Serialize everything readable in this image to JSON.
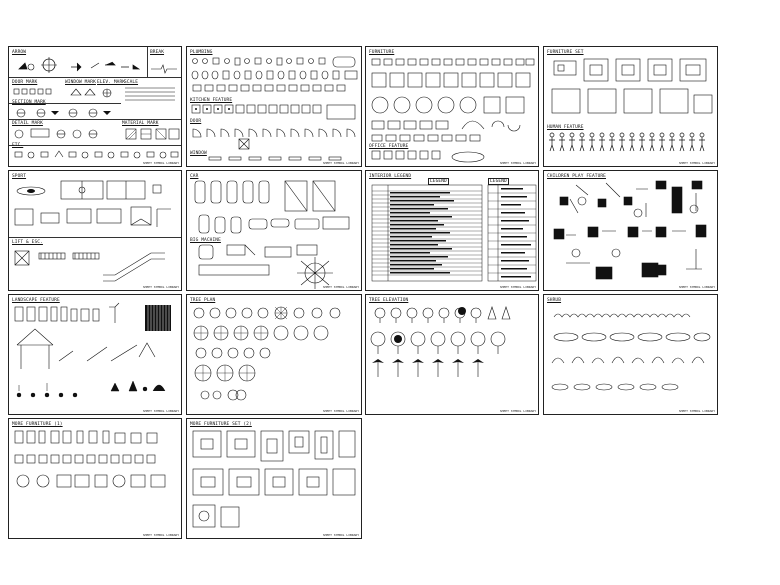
{
  "sheets": {
    "s1": {
      "sections": [
        {
          "id": "arrow",
          "label": "ARROW"
        },
        {
          "id": "break",
          "label": "BREAK"
        },
        {
          "id": "door_mark",
          "label": "DOOR MARK"
        },
        {
          "id": "window_mark",
          "label": "WINDOW MARK"
        },
        {
          "id": "elev_mark",
          "label": "ELEV. MARK"
        },
        {
          "id": "scale",
          "label": "SCALE"
        },
        {
          "id": "section_mark",
          "label": "SECTION MARK"
        },
        {
          "id": "detail_mark",
          "label": "DETAIL MARK"
        },
        {
          "id": "material_mark",
          "label": "MATERIAL MARK"
        },
        {
          "id": "etc",
          "label": "ETC."
        }
      ]
    },
    "s2": {
      "sections": [
        {
          "id": "plumbing",
          "label": "PLUMBING"
        },
        {
          "id": "kitchen",
          "label": "KITCHEN FEATURE"
        },
        {
          "id": "door",
          "label": "DOOR"
        },
        {
          "id": "window",
          "label": "WINDOW"
        }
      ]
    },
    "s3": {
      "sections": [
        {
          "id": "furniture",
          "label": "FURNITURE"
        },
        {
          "id": "office",
          "label": "OFFICE FEATURE"
        }
      ]
    },
    "s4": {
      "sections": [
        {
          "id": "furniture_set",
          "label": "FURNITURE SET"
        },
        {
          "id": "human",
          "label": "HUMAN FEATURE"
        }
      ]
    },
    "s5": {
      "sections": [
        {
          "id": "sport",
          "label": "SPORT"
        },
        {
          "id": "lift",
          "label": "LIFT & ESC."
        }
      ]
    },
    "s6": {
      "sections": [
        {
          "id": "car",
          "label": "CAR"
        },
        {
          "id": "big_machine",
          "label": "BIG MACHINE"
        }
      ]
    },
    "s7": {
      "sections": [
        {
          "id": "interior_legend",
          "label": "INTERIOR LEGEND"
        },
        {
          "id": "legend_a",
          "label": "LEGEND"
        },
        {
          "id": "legend_b",
          "label": "LEGEND"
        }
      ]
    },
    "s8": {
      "sections": [
        {
          "id": "children",
          "label": "CHILDREN PLAY FEATURE"
        }
      ]
    },
    "s9": {
      "sections": [
        {
          "id": "landscape",
          "label": "LANDSCAPE FEATURE"
        }
      ]
    },
    "s10": {
      "sections": [
        {
          "id": "tree_plan",
          "label": "TREE PLAN"
        }
      ]
    },
    "s11": {
      "sections": [
        {
          "id": "tree_elev",
          "label": "TREE ELEVATION"
        }
      ]
    },
    "s12": {
      "sections": [
        {
          "id": "shrub",
          "label": "SHRUB"
        }
      ]
    },
    "s13": {
      "sections": [
        {
          "id": "more1",
          "label": "MORE FURNITURE (1)"
        }
      ]
    },
    "s14": {
      "sections": [
        {
          "id": "more2",
          "label": "MORE FURNITURE SET (2)"
        }
      ]
    },
    "footer": "SHEET    SYMBOL LIBRARY"
  }
}
